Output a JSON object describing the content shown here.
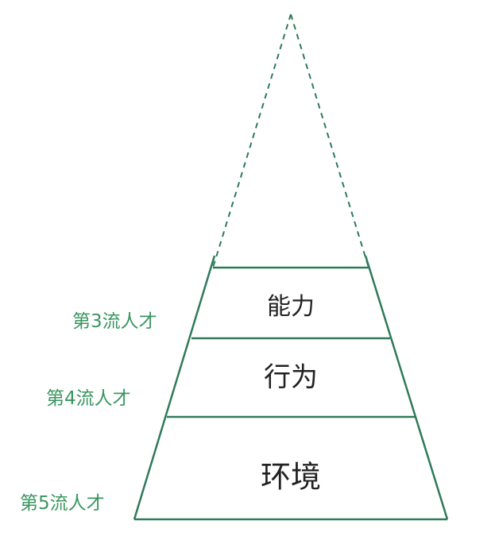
{
  "diagram": {
    "type": "pyramid",
    "colors": {
      "line": "#2f7a5a",
      "label_text": "#3a9660",
      "tier_text": "#222222",
      "background": "#ffffff"
    },
    "apex_dashed": true,
    "tiers": [
      {
        "label": "能力",
        "position": "top"
      },
      {
        "label": "行为",
        "position": "middle"
      },
      {
        "label": "环境",
        "position": "bottom"
      }
    ],
    "side_labels": [
      {
        "label": "第3流人才"
      },
      {
        "label": "第4流人才"
      },
      {
        "label": "第5流人才"
      }
    ]
  }
}
